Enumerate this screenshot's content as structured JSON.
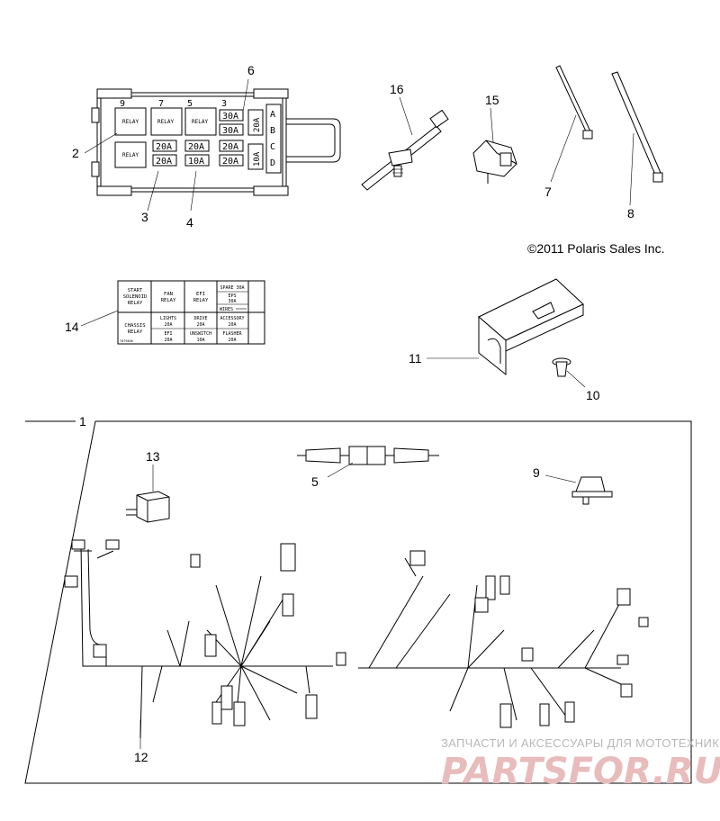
{
  "callouts": {
    "c1": "1",
    "c2": "2",
    "c3": "3",
    "c4": "4",
    "c5": "5",
    "c6": "6",
    "c7": "7",
    "c8": "8",
    "c9": "9",
    "c10": "10",
    "c11": "11",
    "c12": "12",
    "c13": "13",
    "c14": "14",
    "c15": "15",
    "c16": "16"
  },
  "copyright": "©2011 Polaris Sales Inc.",
  "fuse_box": {
    "slot_numbers": [
      "9",
      "7",
      "5",
      "3"
    ],
    "relay_label": "RELAY",
    "fuses_top_right": [
      "30A",
      "30A"
    ],
    "fuse_vertical": [
      "20A",
      "10A"
    ],
    "fuse_row_1": [
      "20A",
      "20A",
      "20A"
    ],
    "fuse_row_2": [
      "20A",
      "10A",
      "20A"
    ],
    "side_letters": [
      "A",
      "B",
      "C",
      "D"
    ]
  },
  "decal": {
    "r1c1": [
      "START",
      "SOLENOID",
      "RELAY"
    ],
    "r1c2": [
      "FAN",
      "RELAY"
    ],
    "r1c3": [
      "EFI",
      "RELAY"
    ],
    "r1c4": [
      "SPARE 30A",
      "EPS",
      "30A"
    ],
    "wires": "WIRES",
    "r2c1": [
      "CHASSIS",
      "RELAY"
    ],
    "r2c2a": [
      "LIGHTS",
      "20A"
    ],
    "r2c2b": [
      "EFI",
      "20A"
    ],
    "r2c3a": [
      "DRIVE",
      "20A"
    ],
    "r2c3b": [
      "UNSWITCH",
      "10A"
    ],
    "r2c4a": [
      "ACCESSORY",
      "20A"
    ],
    "r2c4b": [
      "FLASHER",
      "20A"
    ],
    "part_no": "7079406"
  },
  "watermark": {
    "top": "ЗАПЧАСТИ И АКСЕССУАРЫ ДЛЯ МОТОТЕХНИКИ",
    "brand": "PARTSFOR.RU"
  }
}
